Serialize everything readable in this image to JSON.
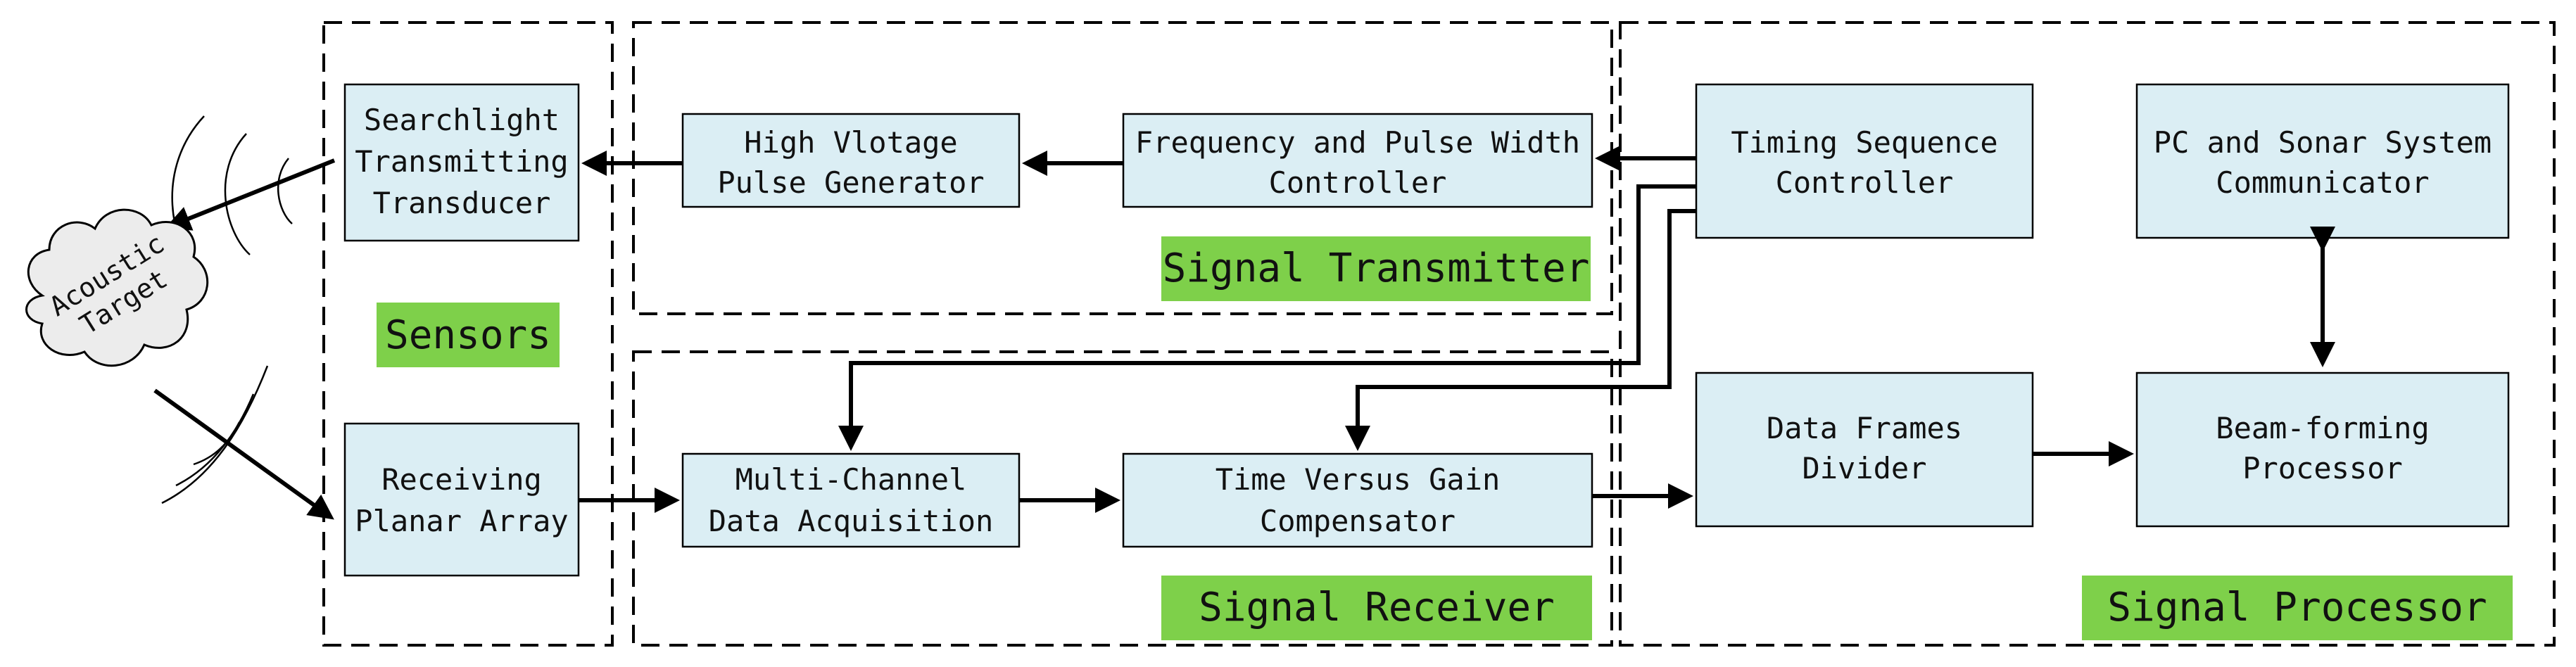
{
  "groups": {
    "sensors": "Sensors",
    "signal_transmitter": "Signal Transmitter",
    "signal_receiver": "Signal Receiver",
    "signal_processor": "Signal Processor"
  },
  "blocks": {
    "searchlight": [
      "Searchlight",
      "Transmitting",
      "Transducer"
    ],
    "receiving_array": [
      "Receiving",
      "Planar Array"
    ],
    "hv_pulse": [
      "High Vlotage",
      "Pulse Generator"
    ],
    "freq_pulse": [
      "Frequency and Pulse Width",
      "Controller"
    ],
    "timing": [
      "Timing Sequence",
      "Controller"
    ],
    "pc_comm": [
      "PC and Sonar System",
      "Communicator"
    ],
    "multi_channel": [
      "Multi-Channel",
      "Data Acquisition"
    ],
    "tvg": [
      "Time Versus Gain",
      "Compensator"
    ],
    "frames_divider": [
      "Data Frames",
      "Divider"
    ],
    "beamforming": [
      "Beam-forming",
      "Processor"
    ]
  },
  "target": [
    "Acoustic",
    "Target"
  ],
  "colors": {
    "block_fill": "#dbeef4",
    "group_label_fill": "#7ed04a",
    "target_fill": "#ececec"
  }
}
